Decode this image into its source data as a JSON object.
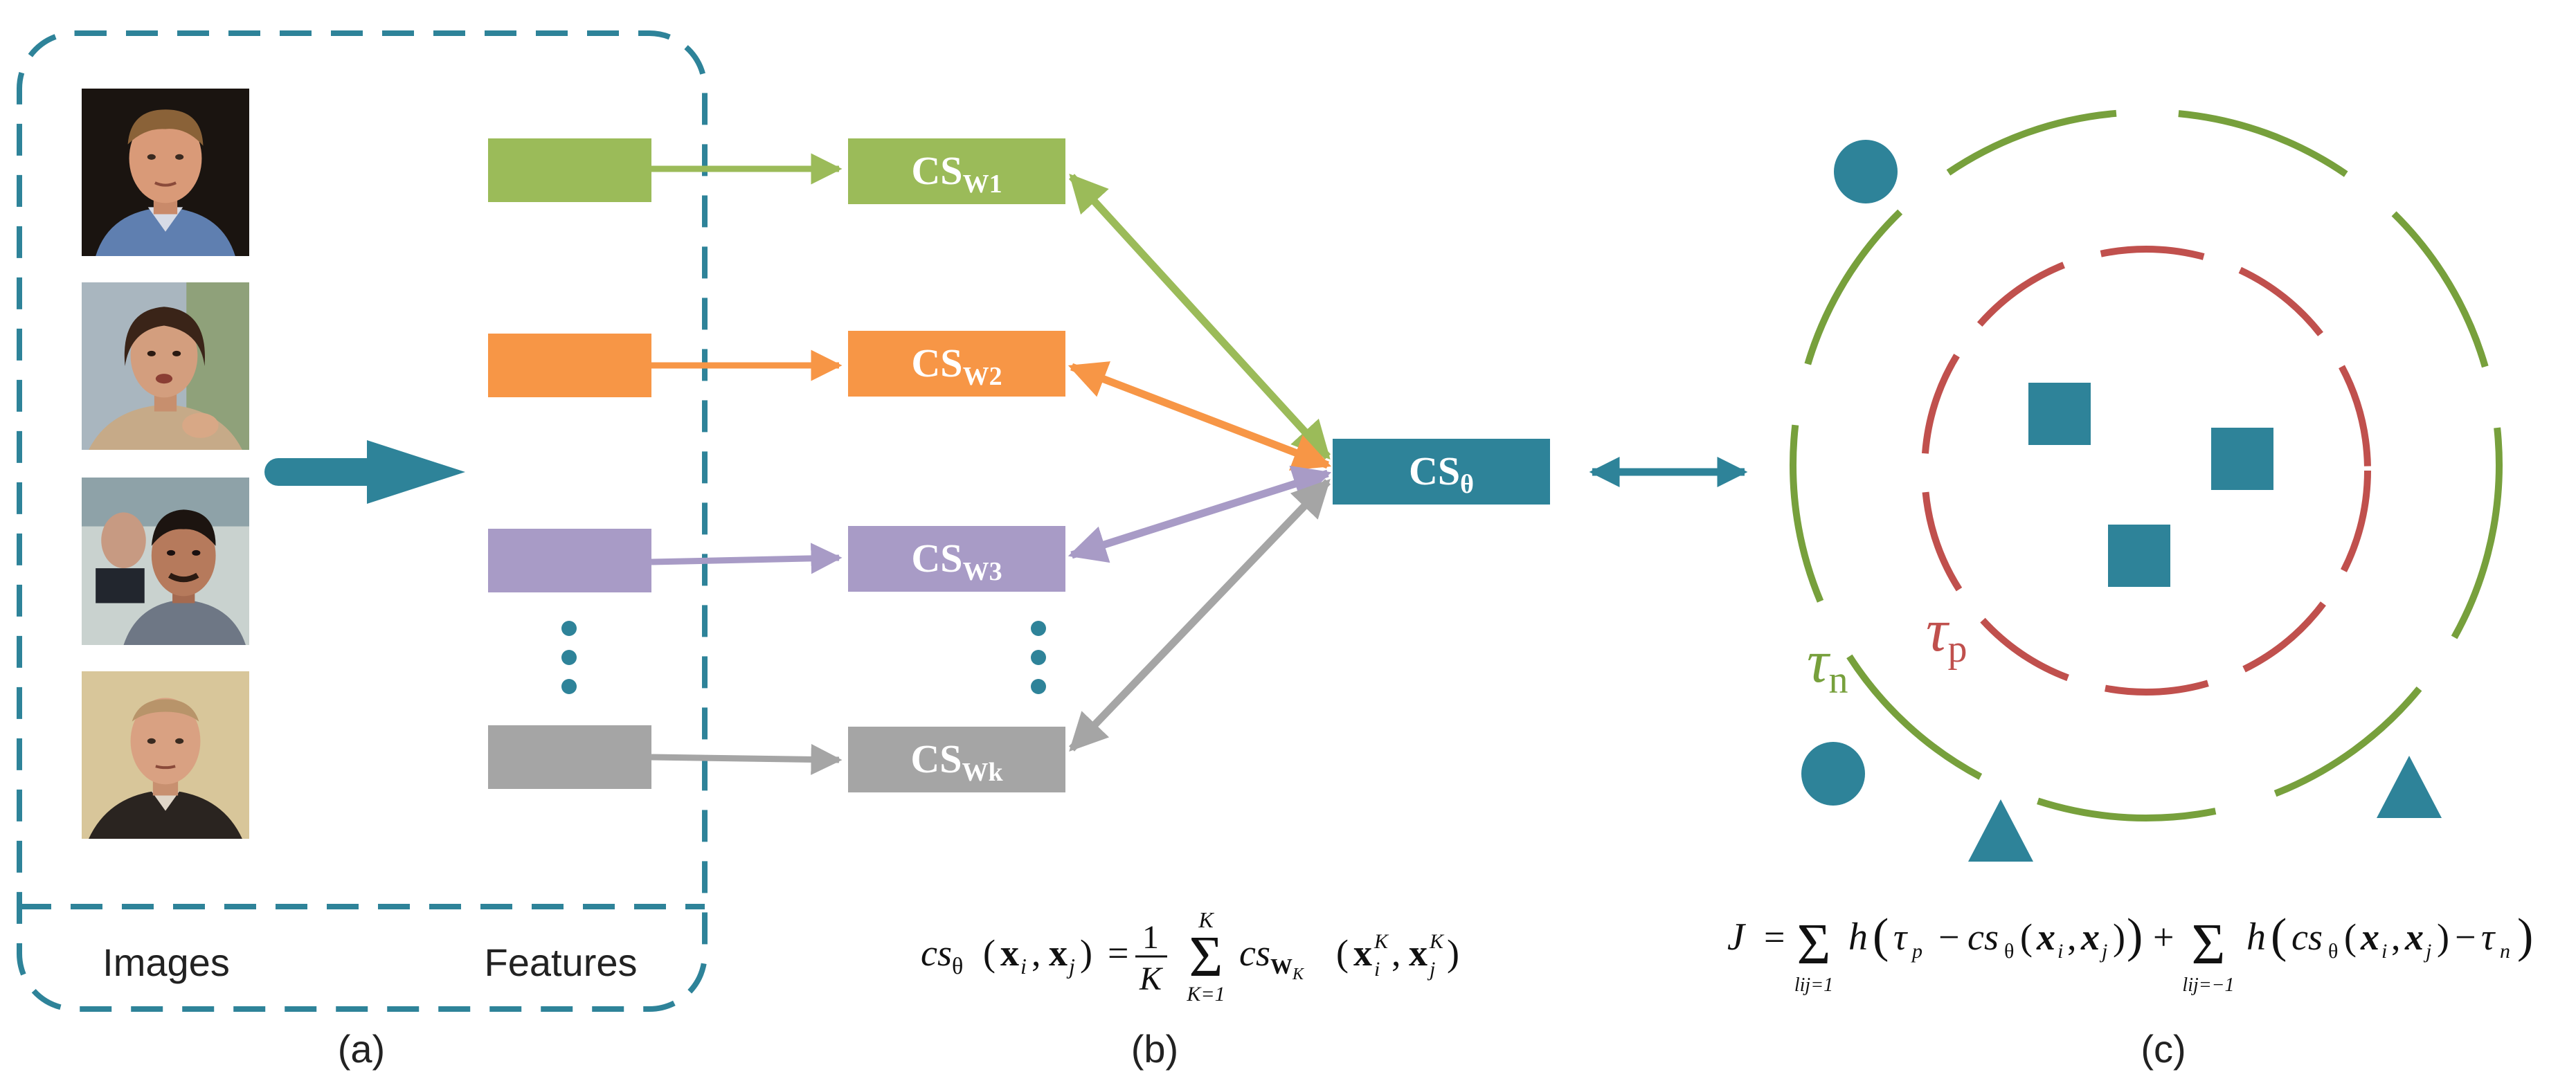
{
  "colors": {
    "teal": "#2e8399",
    "green": "#9bbb59",
    "orange": "#f79646",
    "purple": "#a89bc6",
    "gray": "#a5a5a5",
    "green_dark": "#77a03c",
    "red": "#c0504d"
  },
  "panel_a": {
    "label": "(a)",
    "images_label": "Images",
    "features_label": "Features",
    "faces": [
      "face-photo-1",
      "face-photo-2",
      "face-photo-3",
      "face-photo-4"
    ]
  },
  "panel_b": {
    "label": "(b)",
    "metrics": [
      {
        "base": "CS",
        "sub": "W1",
        "color": "green"
      },
      {
        "base": "CS",
        "sub": "W2",
        "color": "orange"
      },
      {
        "base": "CS",
        "sub": "W3",
        "color": "purple"
      },
      {
        "base": "CS",
        "sub": "Wk",
        "color": "gray"
      }
    ],
    "combined": {
      "base": "CS",
      "sub": "θ"
    },
    "formula": {
      "lhs": "cs",
      "lhs_sub": "θ",
      "args": "(x, x)",
      "frac_num": "1",
      "frac_den": "K",
      "sum_top": "K",
      "sum_bottom": "K=1",
      "rhs": "cs",
      "rhs_sub": "W",
      "rhs_subsub": "K"
    }
  },
  "panel_c": {
    "label": "(c)",
    "tau_n": {
      "base": "τ",
      "sub": "n"
    },
    "tau_p": {
      "base": "τ",
      "sub": "p"
    },
    "objective": {
      "J": "J",
      "eq": "=",
      "sum1_bottom": "lij=1",
      "sum2_bottom": "lij=−1",
      "h": "h",
      "plus": "+",
      "minus": "−"
    }
  }
}
